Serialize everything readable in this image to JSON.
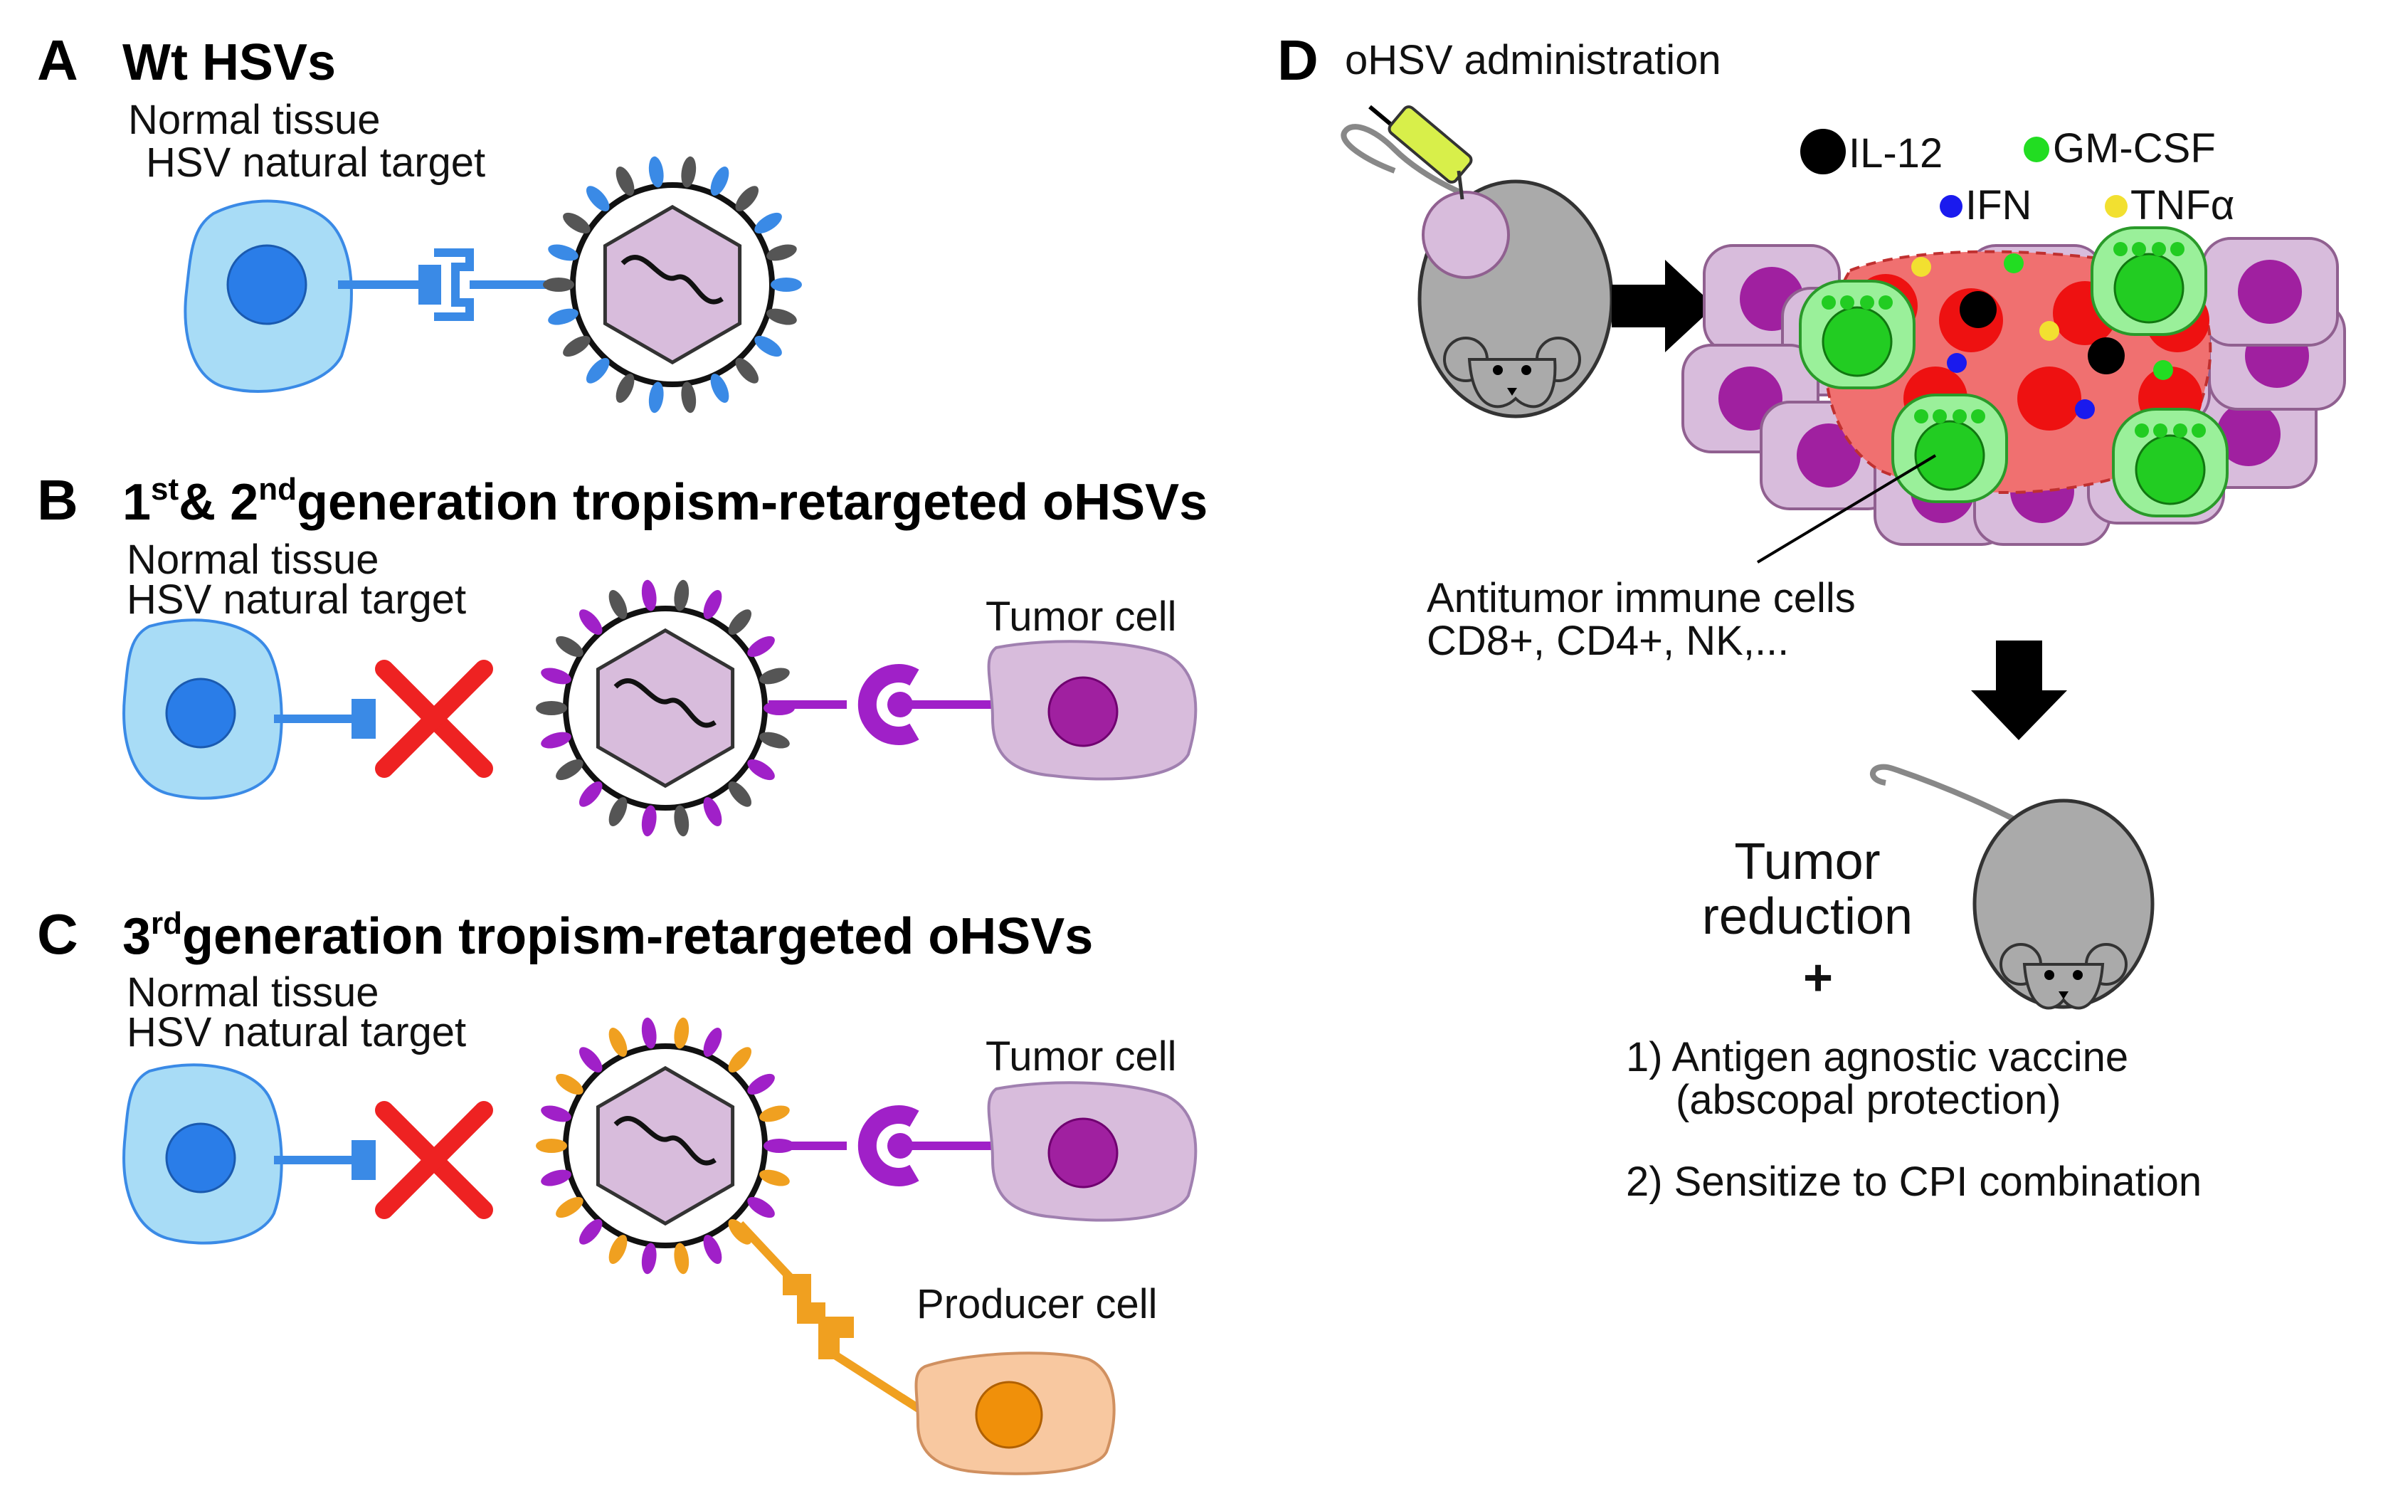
{
  "panel_a": {
    "letter": "A",
    "title": "Wt HSVs",
    "label_line1": "Normal tissue",
    "label_line2": "HSV natural target"
  },
  "panel_b": {
    "letter": "B",
    "title_num1": "1",
    "title_sup1": "st",
    "title_mid": "& 2",
    "title_sup2": "nd",
    "title_rest": "generation tropism-retargeted oHSVs",
    "label_line1": "Normal tissue",
    "label_line2": "HSV natural target",
    "tumor_label": "Tumor cell"
  },
  "panel_c": {
    "letter": "C",
    "title_num": "3",
    "title_sup": "rd",
    "title_rest": "generation tropism-retargeted oHSVs",
    "label_line1": "Normal tissue",
    "label_line2": "HSV natural target",
    "tumor_label": "Tumor cell",
    "producer_label": "Producer cell"
  },
  "panel_d": {
    "letter": "D",
    "title": "oHSV administration",
    "legend": [
      {
        "name": "IL-12",
        "color": "#000000"
      },
      {
        "name": "GM-CSF",
        "color": "#22dd22"
      },
      {
        "name": "IFN",
        "color": "#1a1aee"
      },
      {
        "name": "TNFα",
        "color": "#f2e030"
      }
    ],
    "immune_line1": "Antitumor immune cells",
    "immune_line2": "CD8+, CD4+, NK,...",
    "outcome_line1": "Tumor",
    "outcome_line2": "reduction",
    "plus": "+",
    "item1_line1": "1) Antigen agnostic vaccine",
    "item1_line2": "(abscopal protection)",
    "item2": "2) Sensitize to CPI combination"
  },
  "colors": {
    "normal_cell_fill": "#a8dcf6",
    "normal_nucleus": "#2a7de8",
    "natural_receptor": "#3a8ae6",
    "retargeting_ligand": "#a020c8",
    "tumor_cell_fill": "#d8bcdc",
    "tumor_nucleus": "#a020a0",
    "producer_cell_fill": "#f8c8a0",
    "producer_nucleus": "#f0900a",
    "producer_ligand": "#f0a020",
    "capsid": "#d8bcdc",
    "block_cross": "#ee2222",
    "mouse": "#aaaaaa",
    "immune_cell": "#5ae05a",
    "tumor_core": "#f05050"
  }
}
